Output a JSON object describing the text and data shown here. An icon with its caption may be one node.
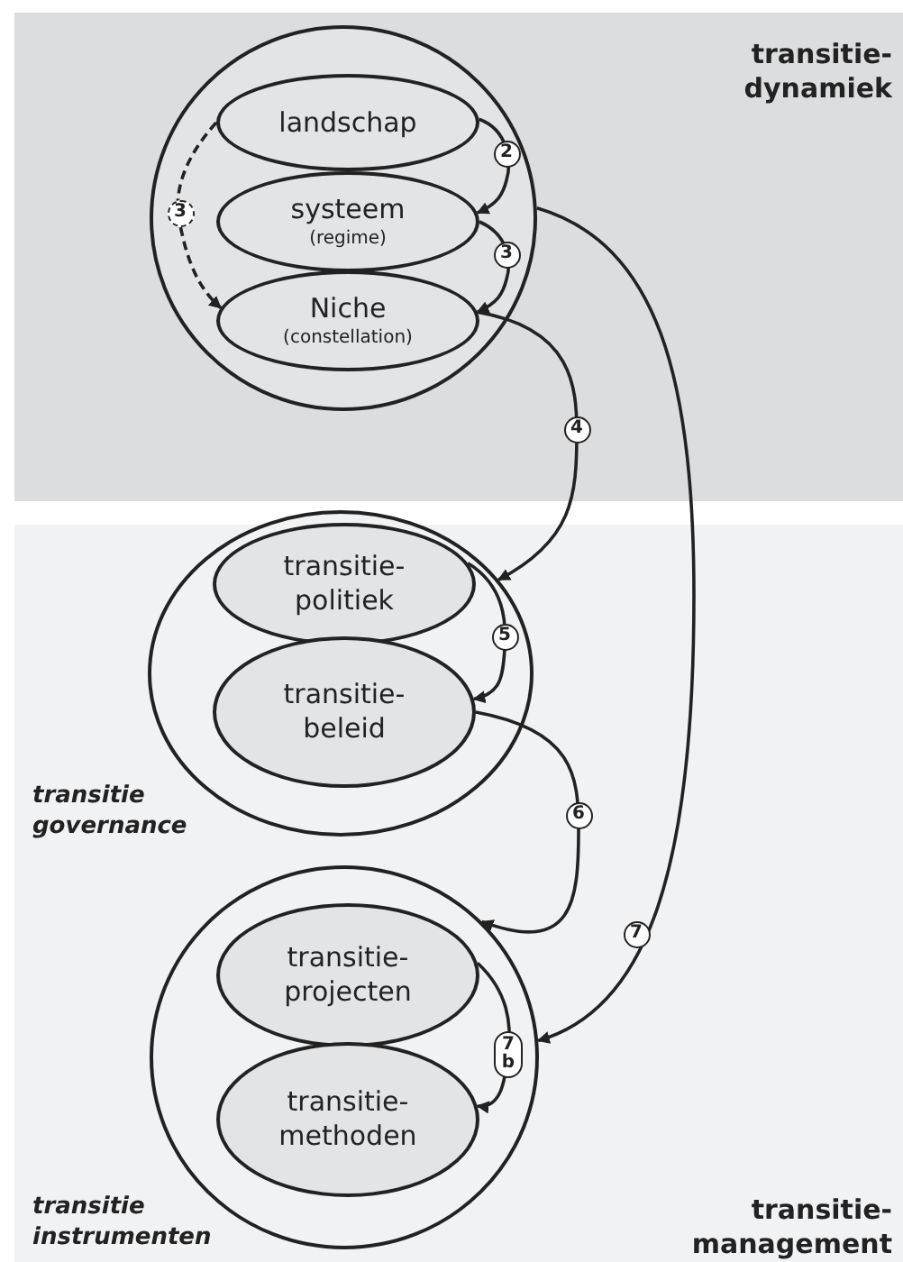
{
  "diagram": {
    "nodes": [
      {
        "text": [
          "transitie- dynamiek"
        ]
      },
      {
        "text": [],
        "shape": "circle",
        "in": 0
      },
      {
        "text": [
          "landschap"
        ],
        "in": 1
      },
      {
        "text": [
          "systeem",
          "(regime)"
        ],
        "in": 1
      },
      {
        "text": [
          "Niche",
          "(constellation)"
        ],
        "in": 1
      },
      {
        "text": [
          "transitie- management"
        ]
      },
      {
        "text": [
          "transitie governance"
        ],
        "in": 5
      },
      {
        "text": [
          "transitie- politiek"
        ],
        "in": 6
      },
      {
        "text": [
          "transitie- beleid"
        ],
        "in": 6
      },
      {
        "text": [
          "transitie instrumenten"
        ],
        "in": 5
      },
      {
        "text": [
          "transitie- projecten"
        ],
        "in": 9
      },
      {
        "text": [
          "transitie- methoden"
        ],
        "in": 9
      }
    ],
    "edges": [
      {
        "from": 2,
        "to": 3,
        "arrow": "to",
        "label": "2"
      },
      {
        "from": 3,
        "to": 4,
        "arrow": "to",
        "label": "3"
      },
      {
        "from": 2,
        "to": 4,
        "arrow": "to",
        "label": "3",
        "style": "dashed"
      },
      {
        "from": 4,
        "to": 6,
        "arrow": "to",
        "label": "4"
      },
      {
        "from": 7,
        "to": 8,
        "arrow": "to",
        "label": "5"
      },
      {
        "from": 8,
        "to": 9,
        "arrow": "to",
        "label": "6"
      },
      {
        "from": 1,
        "to": 9,
        "arrow": "to",
        "label": "7"
      },
      {
        "from": 10,
        "to": 11,
        "arrow": "to",
        "label": "7 b"
      }
    ]
  }
}
